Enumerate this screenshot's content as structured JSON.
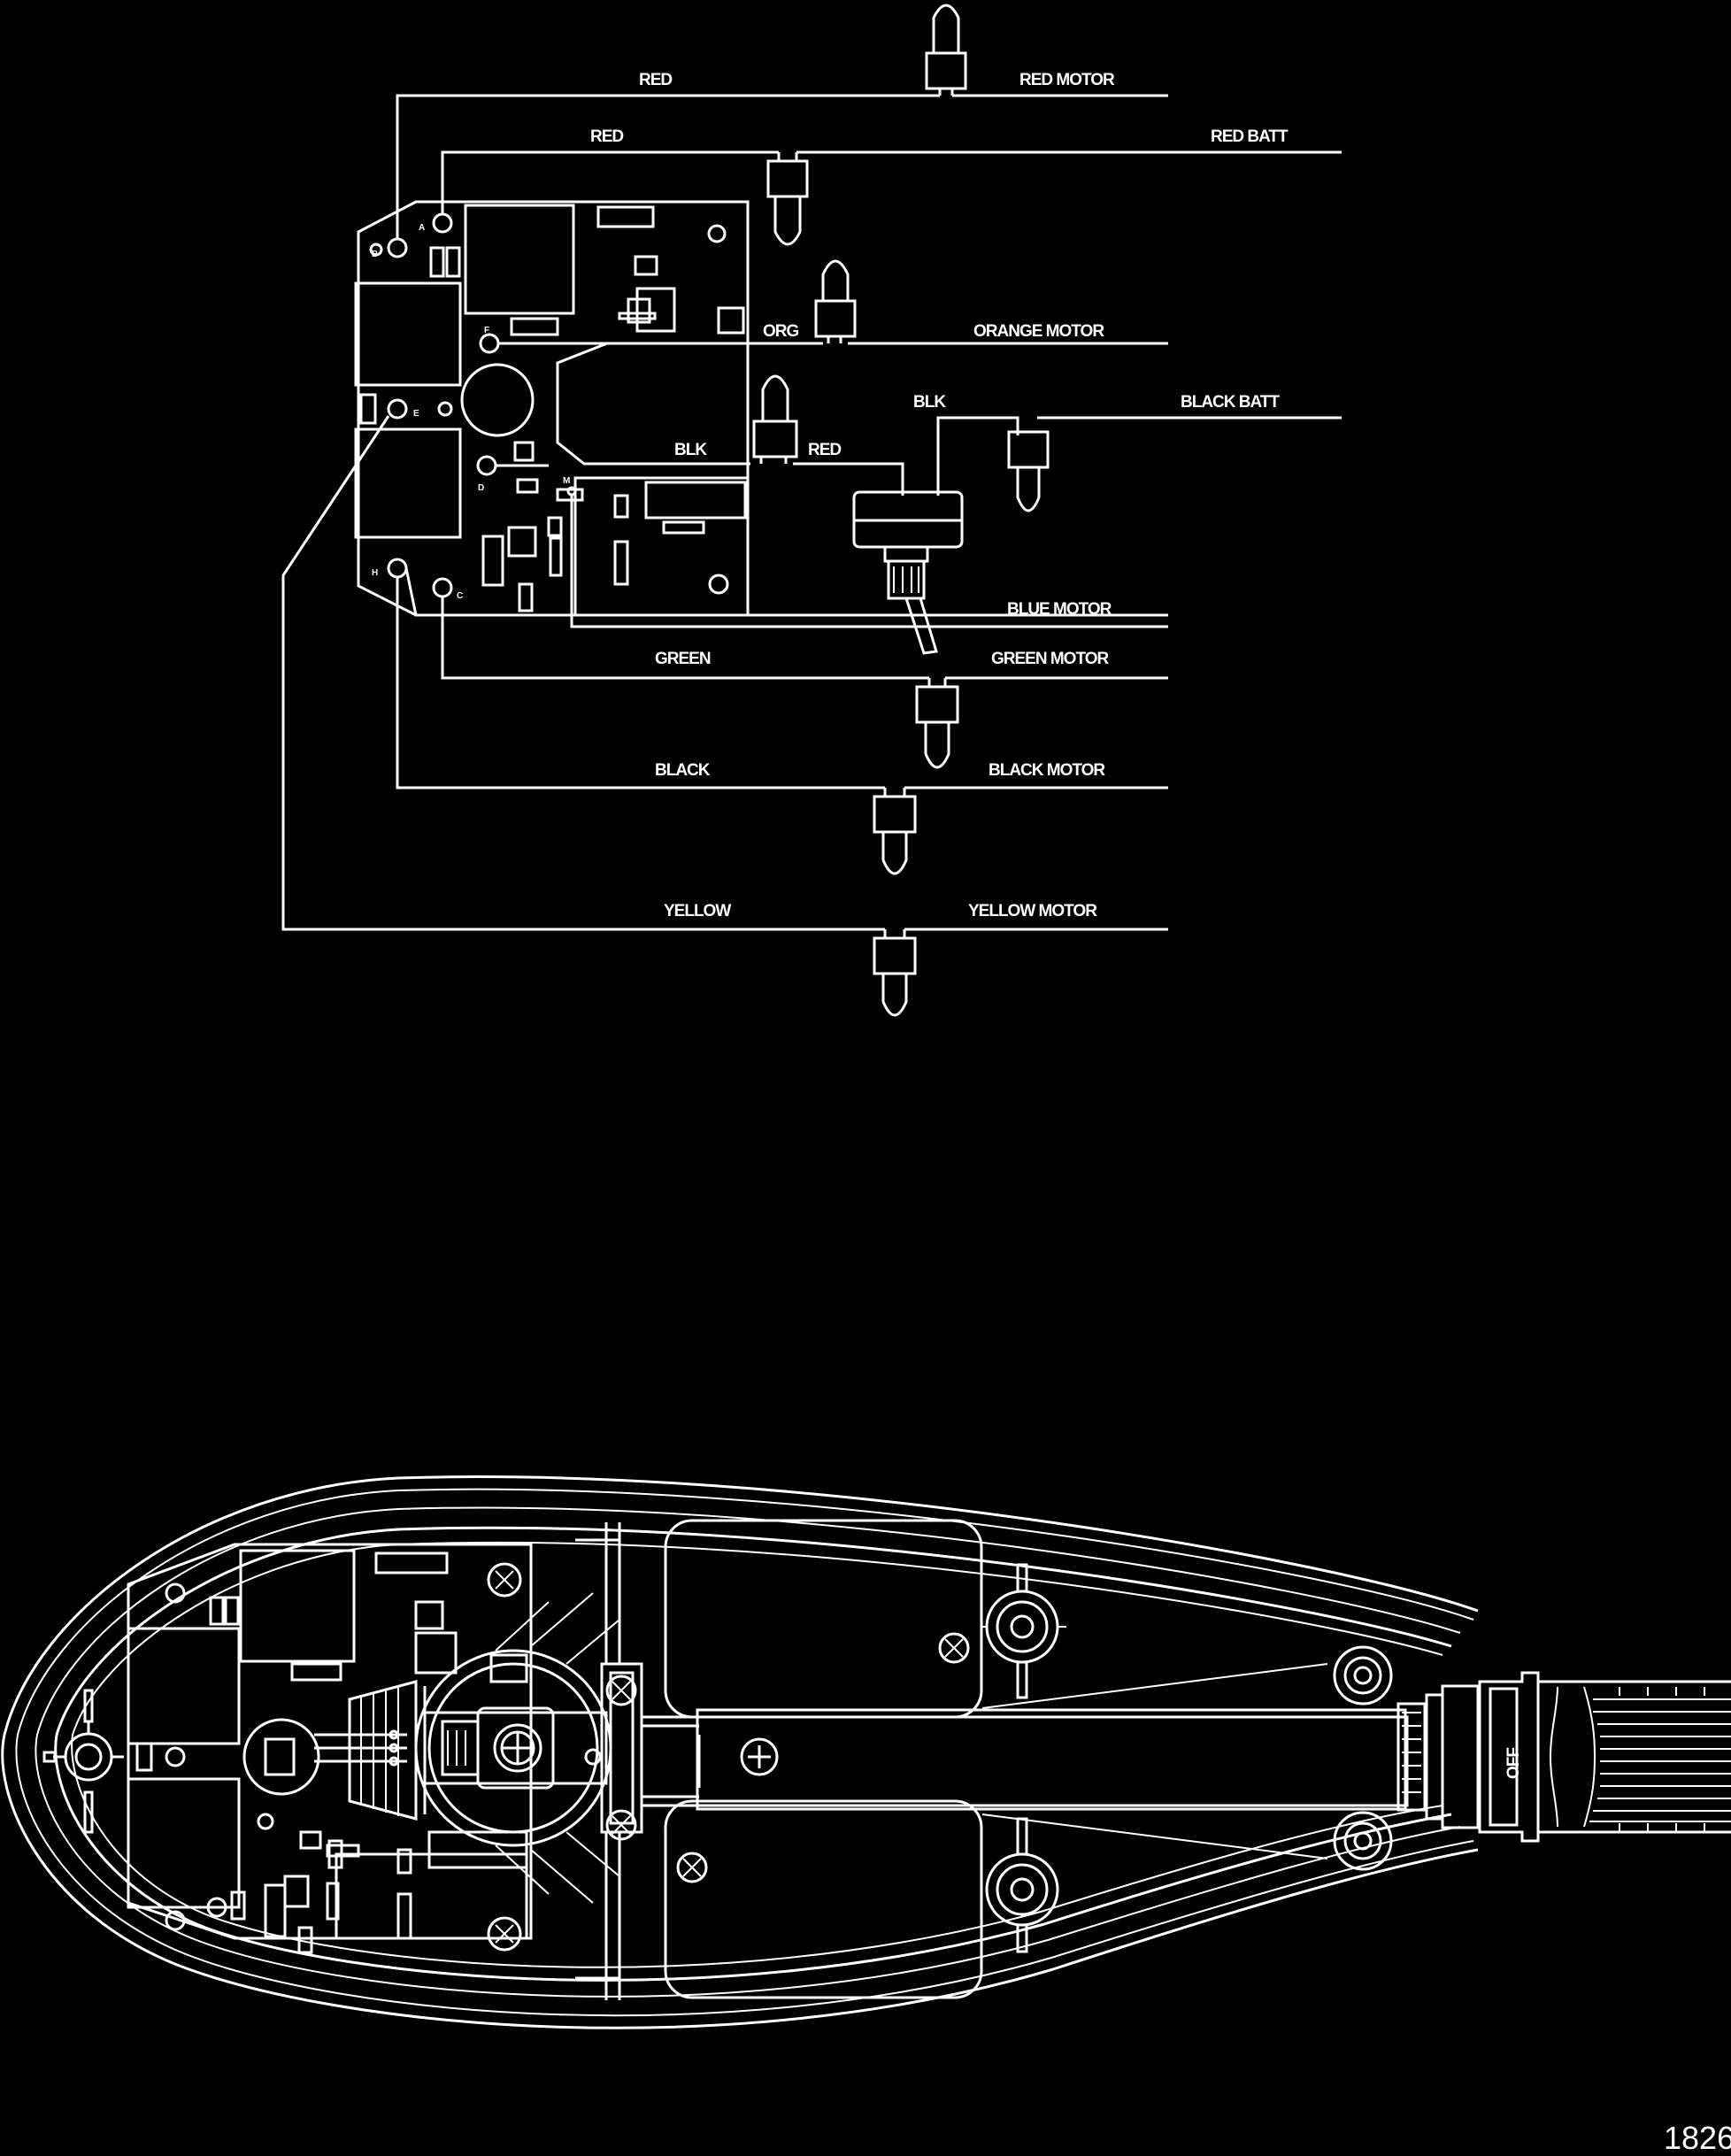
{
  "wiring": {
    "red_left": "RED",
    "red_motor": "RED MOTOR",
    "red_inner": "RED",
    "red_batt": "RED BATT",
    "org": "ORG",
    "orange_motor": "ORANGE MOTOR",
    "blk_switch": "BLK",
    "black_batt": "BLACK BATT",
    "blk_board": "BLK",
    "red_switch": "RED",
    "blue_motor": "BLUE MOTOR",
    "green": "GREEN",
    "green_motor": "GREEN MOTOR",
    "black": "BLACK",
    "black_motor": "BLACK MOTOR",
    "yellow": "YELLOW",
    "yellow_motor": "YELLOW MOTOR"
  },
  "board_pins": {
    "a": "A",
    "b": "B",
    "c": "C",
    "d": "D",
    "e": "E",
    "f": "F",
    "h": "H",
    "m": "M"
  },
  "housing": {
    "off_label": "OFF"
  },
  "figure_number": "1826"
}
